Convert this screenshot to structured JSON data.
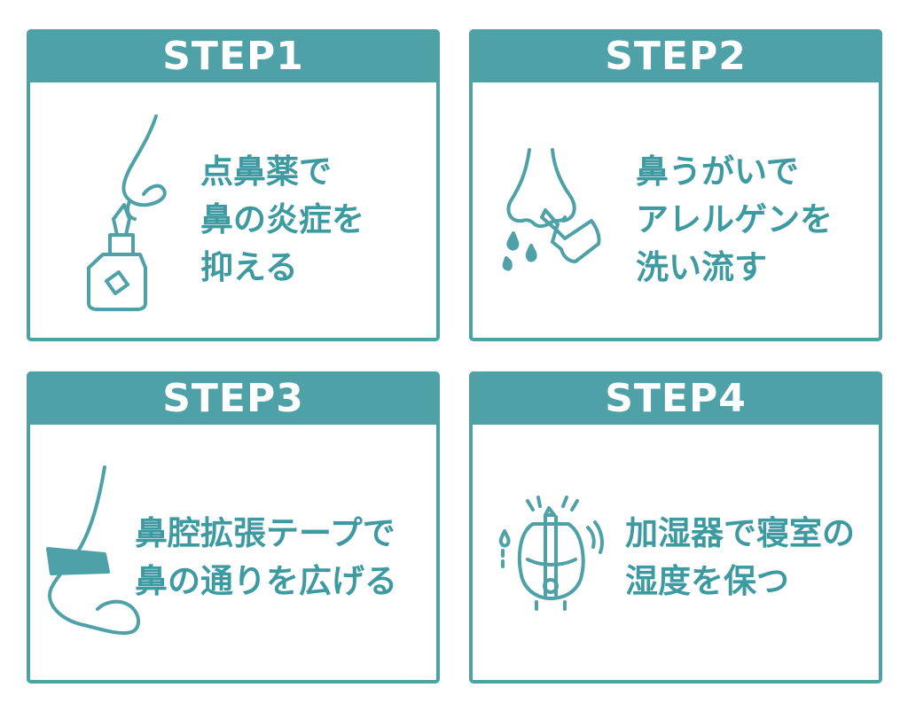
{
  "colors": {
    "accent": "#4fa1a8",
    "text": "#3e9aa1",
    "background": "#ffffff"
  },
  "steps": [
    {
      "title": "STEP1",
      "icon": "nasal-spray-icon",
      "lines": [
        "点鼻薬で",
        "鼻の炎症を",
        "抑える"
      ]
    },
    {
      "title": "STEP2",
      "icon": "nose-rinse-icon",
      "lines": [
        "鼻うがいで",
        "アレルゲンを",
        "洗い流す"
      ]
    },
    {
      "title": "STEP3",
      "icon": "nasal-strip-icon",
      "lines": [
        "鼻腔拡張テープで",
        "鼻の通りを広げる"
      ]
    },
    {
      "title": "STEP4",
      "icon": "humidifier-icon",
      "lines": [
        "加湿器で寝室の",
        "湿度を保つ"
      ]
    }
  ]
}
